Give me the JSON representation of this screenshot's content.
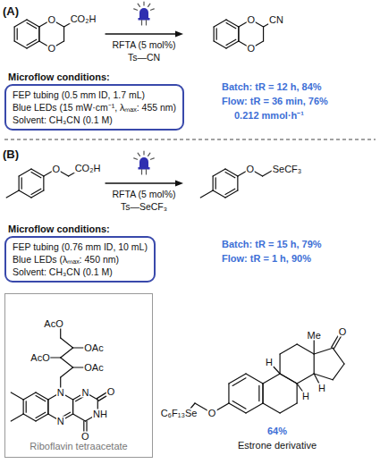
{
  "diagram": {
    "nodes": [
      {
        "text": [
          "Microflow conditions:",
          "FEP tubing (0.5 mm ID, 1.7 mL)",
          "Blue LEDs (15 mW·cm⁻¹, λₘₐₓ: 455 nm)",
          "Solvent: CH₃CN (0.1 M)"
        ]
      },
      {
        "text": [
          "Microflow conditions:",
          "FEP tubing (0.76 mm ID, 10 mL)",
          "Blue LEDs (λₘₐₓ: 450 nm)",
          "Solvent: CH₃CN (0.1 M)"
        ]
      },
      {
        "text": [
          "Riboflavin tetraacetate"
        ]
      }
    ],
    "labels": [
      "(A)",
      "O",
      "O",
      "CO₂H",
      "O",
      "O",
      "CN",
      "RFTA (5 mol%)",
      "Ts—CN",
      "Batch: tR = 12 h, 84%",
      "Flow: tR = 36 min, 76%",
      "0.212 mmol·h⁻¹",
      "(B)",
      "O",
      "CO₂H",
      "O",
      "SeCF₃",
      "RFTA (5 mol%)",
      "Ts—SeCF₃",
      "Batch: tR = 15 h, 79%",
      "Flow: tR = 1 h, 90%",
      "AcO",
      "AcO",
      "OAc",
      "OAc",
      "N",
      "N",
      "N",
      "NH",
      "O",
      "O",
      "Me",
      "O",
      "H",
      "H",
      "H",
      "O",
      "C₆F₁₃Se",
      "64%",
      "Estrone derivative"
    ]
  }
}
